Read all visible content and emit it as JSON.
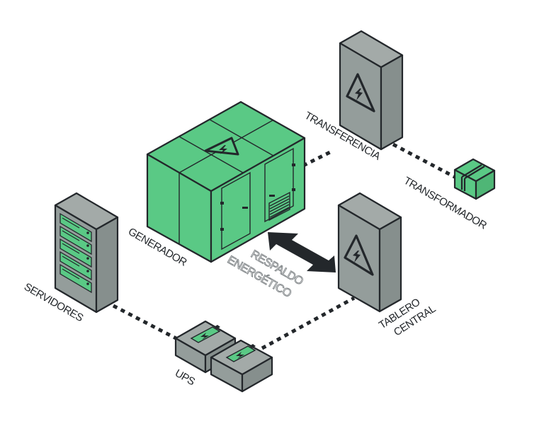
{
  "diagram": {
    "type": "isometric-infrastructure",
    "colors": {
      "green": "#5ac985",
      "green_dark": "#4fb676",
      "gray": "#949d9b",
      "gray_light": "#a3aaa8",
      "gray_dark": "#868f8d",
      "ink": "#23272b",
      "outline_text": "#7a7f82"
    },
    "nodes": [
      {
        "id": "generador",
        "label": "GENERADOR",
        "icon": "high-voltage-icon",
        "color": "green"
      },
      {
        "id": "transferencia",
        "label": "TRANSFERENCIA",
        "icon": "high-voltage-icon",
        "color": "gray"
      },
      {
        "id": "transformador",
        "label": "TRANSFORMADOR",
        "icon": "box-icon",
        "color": "green"
      },
      {
        "id": "tablero_central",
        "label_lines": [
          "TABLERO",
          "CENTRAL"
        ],
        "icon": "high-voltage-icon",
        "color": "gray"
      },
      {
        "id": "servidores",
        "label": "SERVIDORES",
        "icon": "server-rack-icon",
        "color": "gray"
      },
      {
        "id": "ups",
        "label": "UPS",
        "icon": "battery-charging-icon",
        "color": "gray",
        "units": 2
      }
    ],
    "edges": [
      {
        "from": "generador",
        "to": "transferencia",
        "style": "dotted"
      },
      {
        "from": "transferencia",
        "to": "transformador",
        "style": "dotted"
      },
      {
        "from": "servidores",
        "to": "ups",
        "style": "dotted"
      },
      {
        "from": "ups",
        "to": "tablero_central",
        "style": "dotted"
      },
      {
        "from": "generador",
        "to": "tablero_central",
        "style": "double-arrow",
        "label_lines": [
          "RESPALDO",
          "ENERGÉTICO"
        ]
      }
    ]
  }
}
